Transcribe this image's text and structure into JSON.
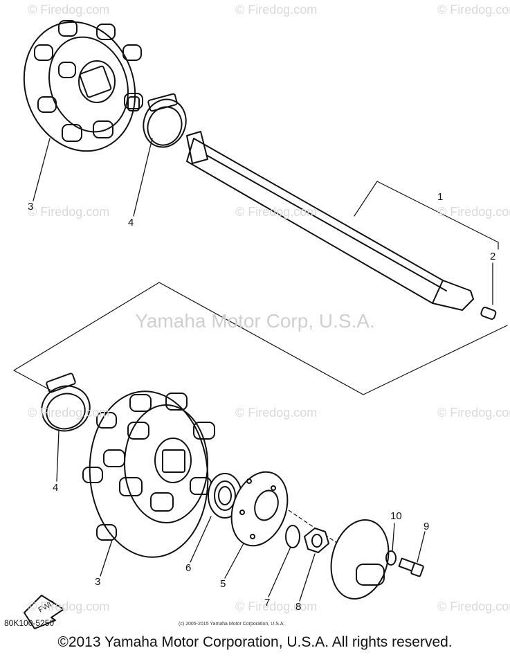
{
  "watermark": {
    "site_text": "© Firedog.com",
    "corp_text": "Yamaha Motor Corp, U.S.A."
  },
  "callouts": [
    "1",
    "2",
    "3",
    "4",
    "3",
    "4",
    "5",
    "6",
    "7",
    "8",
    "9",
    "10"
  ],
  "part_number": "80K100-5250",
  "micro_copyright": "(c) 2005-2015 Yamaha Motor Corporation, U.S.A.",
  "footer": "©2013 Yamaha Motor Corporation, U.S.A. All rights reserved.",
  "direction_tag": "FWD",
  "colors": {
    "ink": "#111111",
    "watermark": "#d9d9d9"
  }
}
